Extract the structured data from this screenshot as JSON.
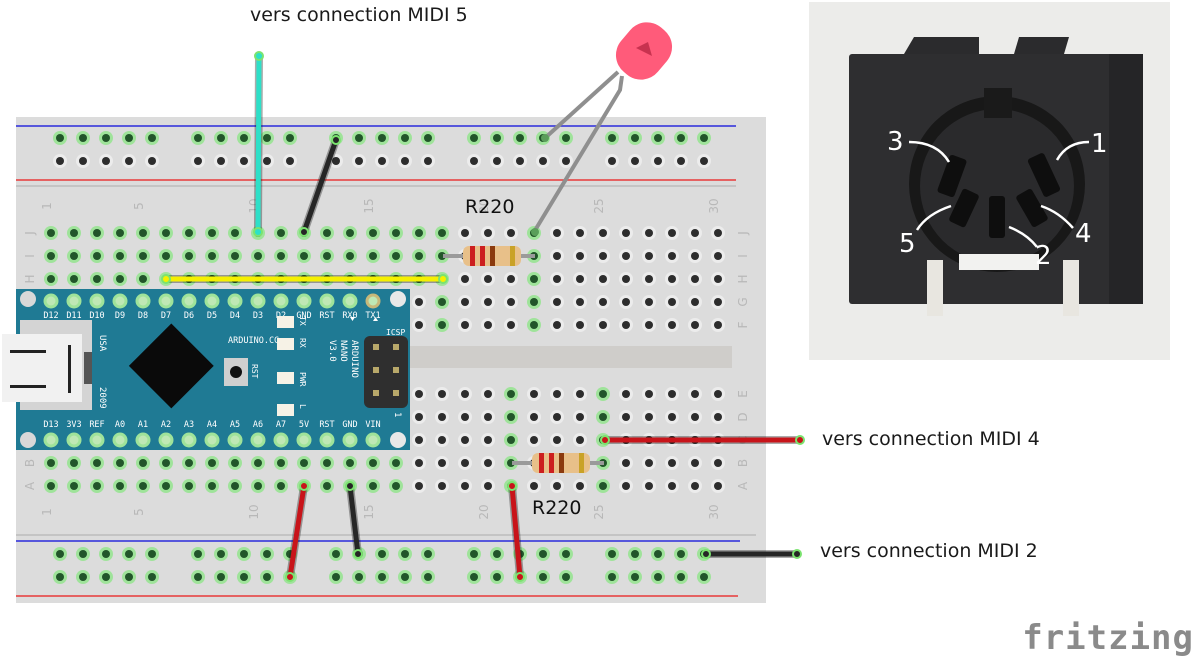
{
  "annotations": {
    "midi5": "vers connection MIDI 5",
    "midi4": "vers connection MIDI 4",
    "midi2": "vers connection MIDI 2"
  },
  "resistors": [
    {
      "label": "R220",
      "bands": [
        "#cc1f1f",
        "#cc1f1f",
        "#8b3a0e",
        "#c9a227"
      ]
    },
    {
      "label": "R220",
      "bands": [
        "#cc1f1f",
        "#cc1f1f",
        "#8b3a0e",
        "#c9a227"
      ]
    }
  ],
  "breadboard": {
    "columns": 30,
    "column_labels": [
      "1",
      "5",
      "10",
      "15",
      "20",
      "25",
      "30"
    ],
    "rows_top": [
      "J",
      "I",
      "H",
      "G",
      "F"
    ],
    "rows_bottom": [
      "E",
      "D",
      "C",
      "B",
      "A"
    ]
  },
  "arduino": {
    "model_lines": [
      "ARDUINO",
      "NANO",
      "V3.0"
    ],
    "brand": "ARDUINO.CC",
    "top_pins": [
      "D12",
      "D11",
      "D10",
      "D9",
      "D8",
      "D7",
      "D6",
      "D5",
      "D4",
      "D3",
      "D2",
      "GND",
      "RST",
      "RX0",
      "TX1"
    ],
    "bottom_pins": [
      "D13",
      "3V3",
      "REF",
      "A0",
      "A1",
      "A2",
      "A3",
      "A4",
      "A5",
      "A6",
      "A7",
      "5V",
      "RST",
      "GND",
      "VIN"
    ],
    "leds": [
      "TX",
      "RX",
      "PWR",
      "L"
    ],
    "button_label": "RST",
    "header_label": "ICSP",
    "usb_text": [
      "USA",
      "2009"
    ],
    "pin1_marker": "1"
  },
  "din_connector": {
    "pins": [
      "1",
      "2",
      "3",
      "4",
      "5"
    ]
  },
  "colors": {
    "board_bg": "#dcdcdc",
    "nano_blue": "#1f7a94",
    "wire_cyan": "#2de0c8",
    "wire_black": "#262626",
    "wire_yellow": "#f5f000",
    "wire_red": "#c8141a",
    "led_red": "#ff5b7a",
    "rail_blue": "#2b2bdc",
    "rail_red": "#e83a3a"
  },
  "logo": "fritzing"
}
